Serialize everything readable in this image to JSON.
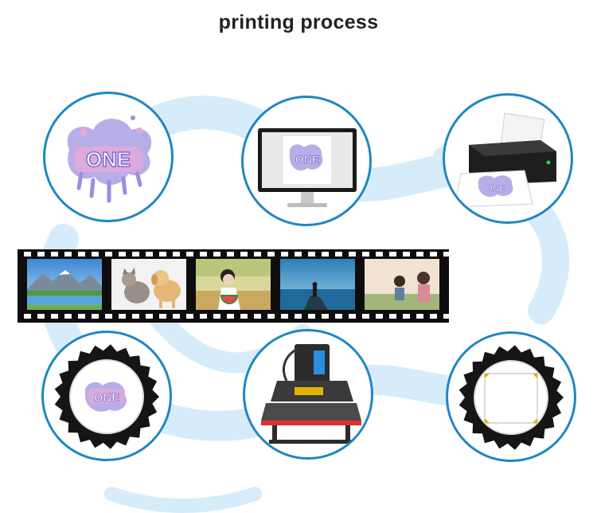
{
  "title": "printing process",
  "colors": {
    "ring": "#1f86c4",
    "swirl": "#d6ecfa",
    "film": "#0d0d0d",
    "artwork_purple": "#8c78d8",
    "artwork_pink": "#e8a8d8"
  },
  "steps": [
    {
      "name": "design",
      "artwork_text": "ONE"
    },
    {
      "name": "monitor",
      "artwork_text": "ONE"
    },
    {
      "name": "printer",
      "artwork_text": "ONE"
    },
    {
      "name": "printed-cap",
      "artwork_text": "ONE"
    },
    {
      "name": "heat-press"
    },
    {
      "name": "blank-cap"
    }
  ],
  "film_frames": [
    {
      "name": "mountain-lake"
    },
    {
      "name": "cat-and-dog"
    },
    {
      "name": "girl-with-watermelon"
    },
    {
      "name": "person-on-rock-by-sea"
    },
    {
      "name": "couple-in-field"
    }
  ]
}
